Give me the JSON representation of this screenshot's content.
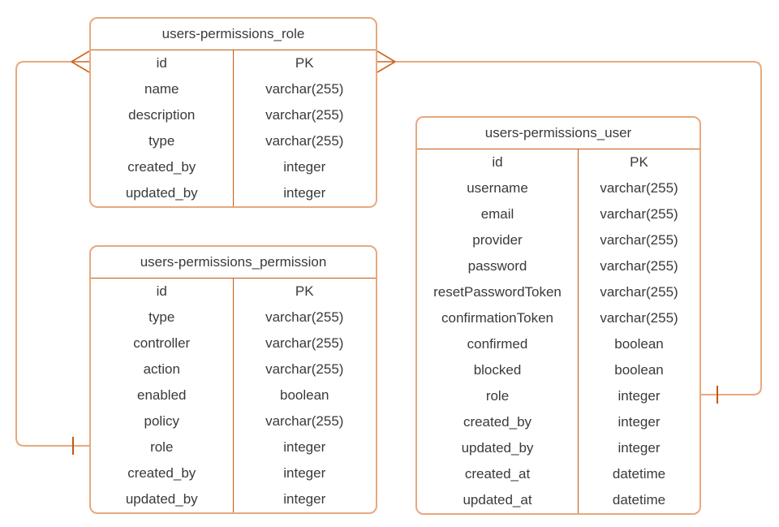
{
  "diagram": {
    "type": "entity-relationship",
    "background_color": "#ffffff",
    "colors": {
      "stroke_dark": "#c2590f",
      "stroke_mid": "#cc6620",
      "stroke_light": "#e9a87c",
      "text": "#3a3a3a",
      "table_fill": "#ffffff"
    },
    "tables": [
      {
        "id": "role",
        "title": "users-permissions_role",
        "rows": [
          {
            "field": "id",
            "type": "PK"
          },
          {
            "field": "name",
            "type": "varchar(255)"
          },
          {
            "field": "description",
            "type": "varchar(255)"
          },
          {
            "field": "type",
            "type": "varchar(255)"
          },
          {
            "field": "created_by",
            "type": "integer"
          },
          {
            "field": "updated_by",
            "type": "integer"
          }
        ]
      },
      {
        "id": "permission",
        "title": "users-permissions_permission",
        "rows": [
          {
            "field": "id",
            "type": "PK"
          },
          {
            "field": "type",
            "type": "varchar(255)"
          },
          {
            "field": "controller",
            "type": "varchar(255)"
          },
          {
            "field": "action",
            "type": "varchar(255)"
          },
          {
            "field": "enabled",
            "type": "boolean"
          },
          {
            "field": "policy",
            "type": "varchar(255)"
          },
          {
            "field": "role",
            "type": "integer"
          },
          {
            "field": "created_by",
            "type": "integer"
          },
          {
            "field": "updated_by",
            "type": "integer"
          }
        ]
      },
      {
        "id": "user",
        "title": "users-permissions_user",
        "rows": [
          {
            "field": "id",
            "type": "PK"
          },
          {
            "field": "username",
            "type": "varchar(255)"
          },
          {
            "field": "email",
            "type": "varchar(255)"
          },
          {
            "field": "provider",
            "type": "varchar(255)"
          },
          {
            "field": "password",
            "type": "varchar(255)"
          },
          {
            "field": "resetPasswordToken",
            "type": "varchar(255)"
          },
          {
            "field": "confirmationToken",
            "type": "varchar(255)"
          },
          {
            "field": "confirmed",
            "type": "boolean"
          },
          {
            "field": "blocked",
            "type": "boolean"
          },
          {
            "field": "role",
            "type": "integer"
          },
          {
            "field": "created_by",
            "type": "integer"
          },
          {
            "field": "updated_by",
            "type": "integer"
          },
          {
            "field": "created_at",
            "type": "datetime"
          },
          {
            "field": "updated_at",
            "type": "datetime"
          }
        ]
      }
    ],
    "relationships": [
      {
        "from": "users-permissions_role.id",
        "to": "users-permissions_permission.role",
        "from_notation": "many-crow-foot",
        "to_notation": "one-bar"
      },
      {
        "from": "users-permissions_role.id",
        "to": "users-permissions_user.role",
        "from_notation": "many-crow-foot",
        "to_notation": "one-bar"
      }
    ]
  }
}
